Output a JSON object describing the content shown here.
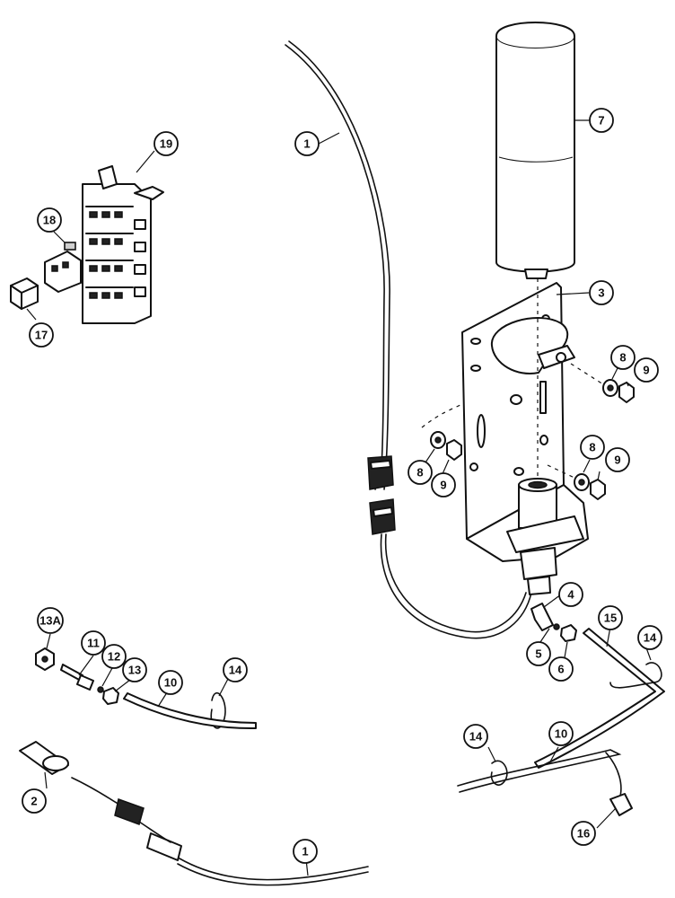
{
  "callouts": [
    {
      "id": "c1a",
      "label": "1"
    },
    {
      "id": "c1b",
      "label": "1"
    },
    {
      "id": "c2",
      "label": "2"
    },
    {
      "id": "c3",
      "label": "3"
    },
    {
      "id": "c4",
      "label": "4"
    },
    {
      "id": "c5",
      "label": "5"
    },
    {
      "id": "c6",
      "label": "6"
    },
    {
      "id": "c7",
      "label": "7"
    },
    {
      "id": "c8a",
      "label": "8"
    },
    {
      "id": "c8b",
      "label": "8"
    },
    {
      "id": "c8c",
      "label": "8"
    },
    {
      "id": "c9a",
      "label": "9"
    },
    {
      "id": "c9b",
      "label": "9"
    },
    {
      "id": "c9c",
      "label": "9"
    },
    {
      "id": "c10a",
      "label": "10"
    },
    {
      "id": "c10b",
      "label": "10"
    },
    {
      "id": "c11",
      "label": "11"
    },
    {
      "id": "c12",
      "label": "12"
    },
    {
      "id": "c13",
      "label": "13"
    },
    {
      "id": "c13a",
      "label": "13A"
    },
    {
      "id": "c14a",
      "label": "14"
    },
    {
      "id": "c14b",
      "label": "14"
    },
    {
      "id": "c14c",
      "label": "14"
    },
    {
      "id": "c15",
      "label": "15"
    },
    {
      "id": "c16",
      "label": "16"
    },
    {
      "id": "c17",
      "label": "17"
    },
    {
      "id": "c18",
      "label": "18"
    },
    {
      "id": "c19",
      "label": "19"
    }
  ]
}
